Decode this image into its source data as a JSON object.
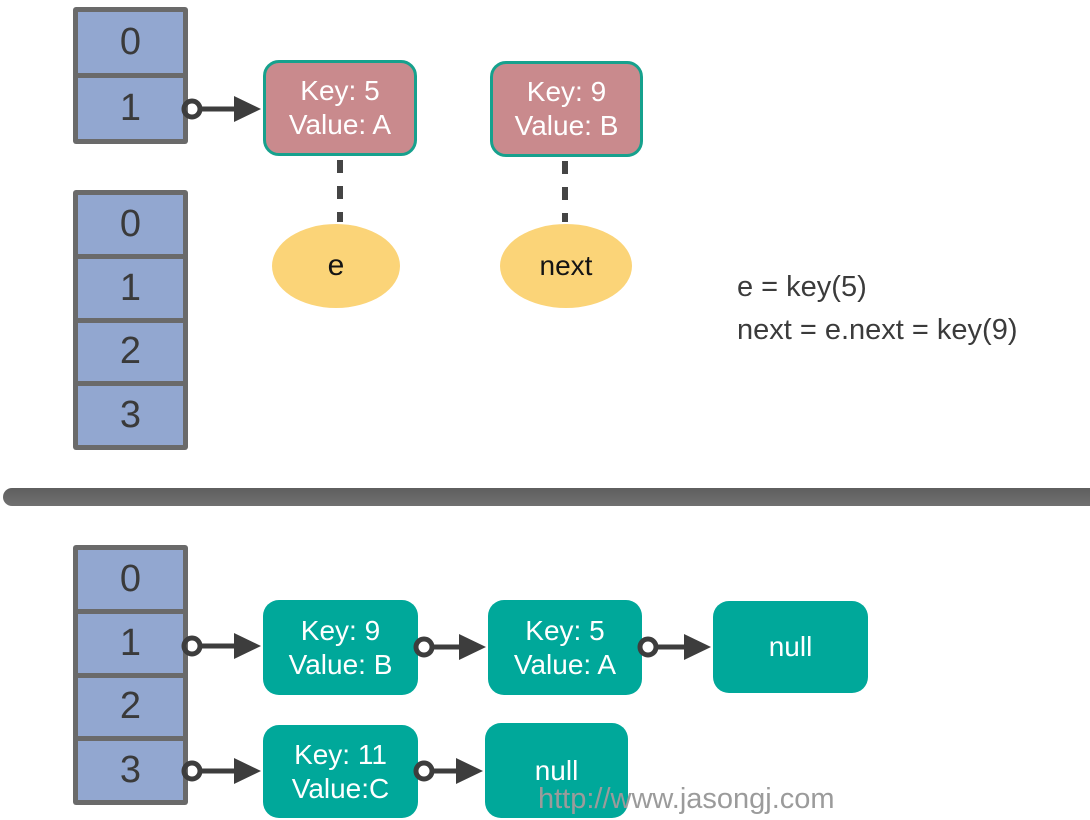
{
  "colors": {
    "array_cell_fill": "#92a7d0",
    "array_frame": "#6a6a6a",
    "old_entry_fill": "#c98a8d",
    "old_entry_border": "#16a18d",
    "new_entry_fill": "#00a89a",
    "variable_ellipse_fill": "#fbd478",
    "connector": "#3d3d3d",
    "annotation_text": "#3b3b3b",
    "divider": "#686868",
    "watermark_text": "#9b9b9b"
  },
  "arrays": {
    "small": {
      "cells": [
        "0",
        "1"
      ]
    },
    "mid": {
      "cells": [
        "0",
        "1",
        "2",
        "3"
      ]
    },
    "bottom": {
      "cells": [
        "0",
        "1",
        "2",
        "3"
      ]
    }
  },
  "old_entries": {
    "key5": {
      "line1": "Key: 5",
      "line2": "Value: A"
    },
    "key9": {
      "line1": "Key: 9",
      "line2": "Value: B"
    }
  },
  "variables": {
    "e": "e",
    "next": "next"
  },
  "annotation": {
    "line1": "e = key(5)",
    "line2": "next = e.next = key(9)"
  },
  "new_entries": {
    "bucket1_first": {
      "line1": "Key: 9",
      "line2": "Value: B"
    },
    "bucket1_second": {
      "line1": "Key: 5",
      "line2": "Value: A"
    },
    "bucket1_null": {
      "text": "null"
    },
    "bucket3_first": {
      "line1": "Key: 11",
      "line2": "Value:C"
    },
    "bucket3_null": {
      "text": "null"
    }
  },
  "watermark": "http://www.jasongj.com"
}
